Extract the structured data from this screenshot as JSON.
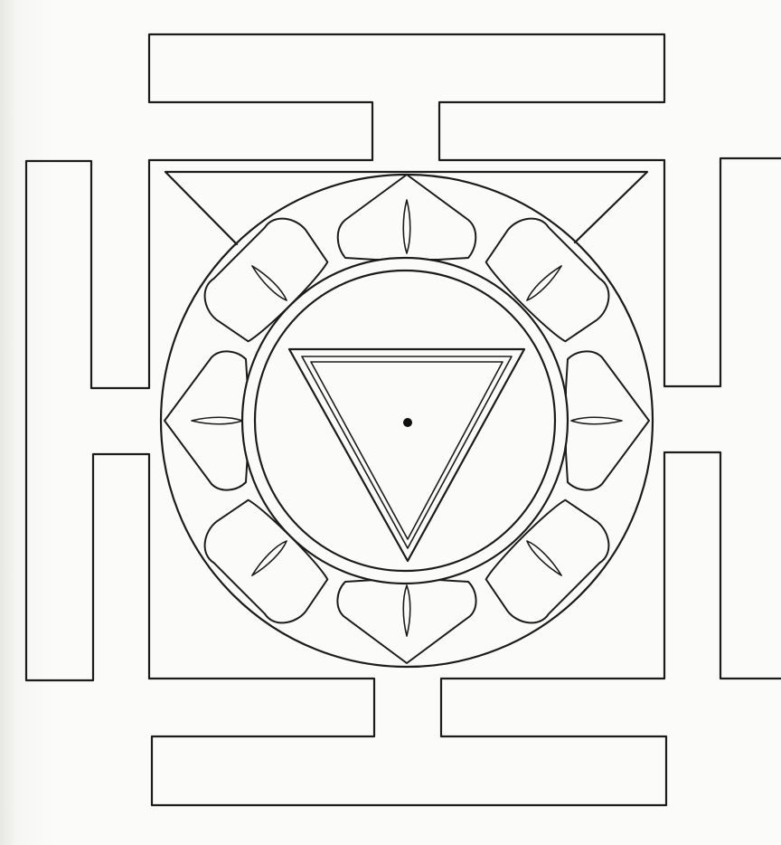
{
  "figure": {
    "type": "yantra-line-drawing",
    "ink_color": "#1c1c1c",
    "paper_color": "#fbfbfa",
    "components": [
      "bhupura-gates",
      "outer-square",
      "outer-circle",
      "eight-petal-lotus",
      "double-inner-circle",
      "inverted-triangles",
      "bindu"
    ],
    "petal_count": 8
  }
}
